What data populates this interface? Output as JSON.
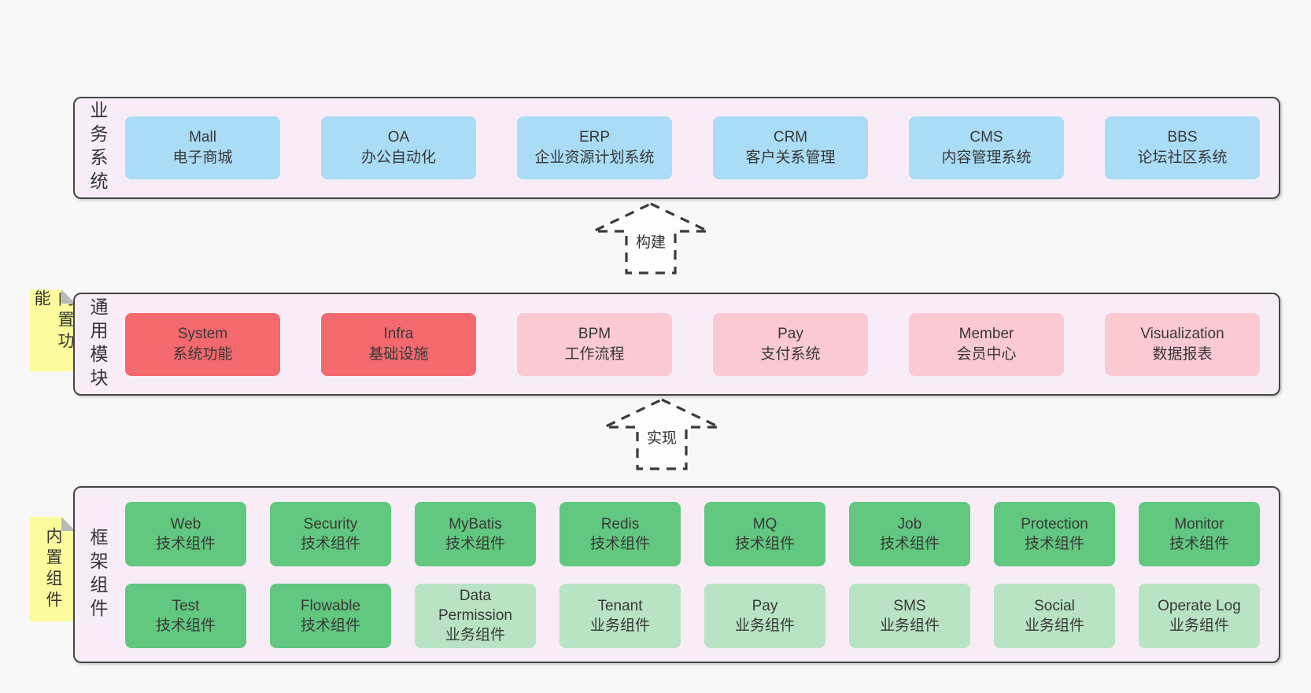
{
  "colors": {
    "page_bg": "#f8f8f8",
    "layer_bg": "#f8edf7",
    "layer_border": "#454545",
    "blue": "#aadcf5",
    "red": "#f4696e",
    "pink": "#fbc9d2",
    "green_dark": "#62c87f",
    "green_light": "#b9e4c3",
    "sticky_yellow": "#fbfb9e",
    "sticky_fold": "#b9b9b9"
  },
  "stickies": [
    {
      "label": "内置功能"
    },
    {
      "label": "内置组件"
    }
  ],
  "arrows": [
    {
      "label": "构建"
    },
    {
      "label": "实现"
    }
  ],
  "layers": [
    {
      "label": "业务系统",
      "boxes": [
        {
          "name": "Mall",
          "desc": "电子商城",
          "type": "blue"
        },
        {
          "name": "OA",
          "desc": "办公自动化",
          "type": "blue"
        },
        {
          "name": "ERP",
          "desc": "企业资源计划系统",
          "type": "blue"
        },
        {
          "name": "CRM",
          "desc": "客户关系管理",
          "type": "blue"
        },
        {
          "name": "CMS",
          "desc": "内容管理系统",
          "type": "blue"
        },
        {
          "name": "BBS",
          "desc": "论坛社区系统",
          "type": "blue"
        }
      ]
    },
    {
      "label": "通用模块",
      "boxes": [
        {
          "name": "System",
          "desc": "系统功能",
          "type": "red"
        },
        {
          "name": "Infra",
          "desc": "基础设施",
          "type": "red"
        },
        {
          "name": "BPM",
          "desc": "工作流程",
          "type": "pink"
        },
        {
          "name": "Pay",
          "desc": "支付系统",
          "type": "pink"
        },
        {
          "name": "Member",
          "desc": "会员中心",
          "type": "pink"
        },
        {
          "name": "Visualization",
          "desc": "数据报表",
          "type": "pink"
        }
      ]
    },
    {
      "label": "框架组件",
      "rows": [
        [
          {
            "name": "Web",
            "desc": "技术组件",
            "type": "green"
          },
          {
            "name": "Security",
            "desc": "技术组件",
            "type": "green"
          },
          {
            "name": "MyBatis",
            "desc": "技术组件",
            "type": "green"
          },
          {
            "name": "Redis",
            "desc": "技术组件",
            "type": "green"
          },
          {
            "name": "MQ",
            "desc": "技术组件",
            "type": "green"
          },
          {
            "name": "Job",
            "desc": "技术组件",
            "type": "green"
          },
          {
            "name": "Protection",
            "desc": "技术组件",
            "type": "green"
          },
          {
            "name": "Monitor",
            "desc": "技术组件",
            "type": "green"
          }
        ],
        [
          {
            "name": "Test",
            "desc": "技术组件",
            "type": "green"
          },
          {
            "name": "Flowable",
            "desc": "技术组件",
            "type": "green"
          },
          {
            "name": "Data Permission",
            "desc": "业务组件",
            "type": "lightgreen"
          },
          {
            "name": "Tenant",
            "desc": "业务组件",
            "type": "lightgreen"
          },
          {
            "name": "Pay",
            "desc": "业务组件",
            "type": "lightgreen"
          },
          {
            "name": "SMS",
            "desc": "业务组件",
            "type": "lightgreen"
          },
          {
            "name": "Social",
            "desc": "业务组件",
            "type": "lightgreen"
          },
          {
            "name": "Operate Log",
            "desc": "业务组件",
            "type": "lightgreen"
          }
        ]
      ]
    }
  ]
}
